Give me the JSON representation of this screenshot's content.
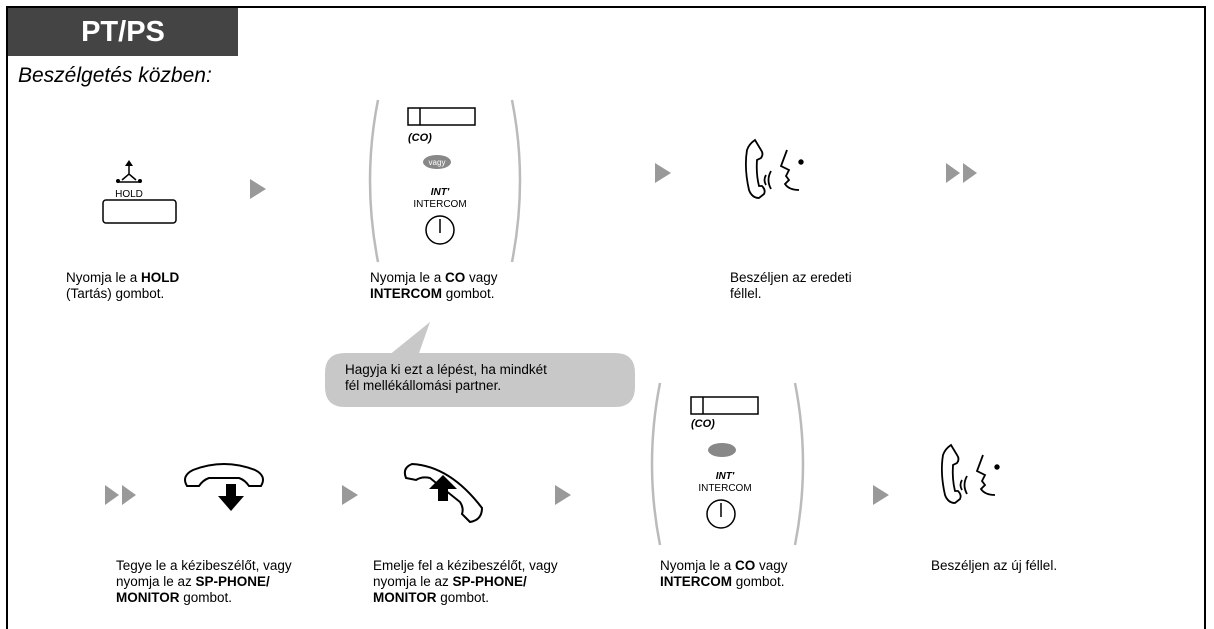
{
  "header": {
    "tab": "PT/PS",
    "subtitle": "Beszélgetés közben:"
  },
  "labels": {
    "hold_key": "HOLD",
    "co": "(CO)",
    "or": "vagy",
    "int": "INT'",
    "intercom": "INTERCOM"
  },
  "steps": {
    "s1": {
      "a": "Nyomja le a ",
      "b": "HOLD",
      "c": "(Tartás) gombot."
    },
    "s2": {
      "a": "Nyomja le a ",
      "b": "CO",
      "c": " vagy",
      "d": "INTERCOM",
      "e": " gombot."
    },
    "s3": {
      "a": "Beszéljen az eredeti",
      "b": "féllel."
    },
    "s4": {
      "a": "Tegye le a kézibeszélőt, vagy",
      "b": "nyomja le az ",
      "c": "SP-PHONE/",
      "d": "MONITOR",
      "e": " gombot."
    },
    "s5": {
      "a": "Emelje fel a kézibeszélőt, vagy",
      "b": "nyomja le az ",
      "c": "SP-PHONE/",
      "d": "MONITOR",
      "e": " gombot."
    },
    "s6": {
      "a": "Nyomja le a ",
      "b": "CO",
      "c": " vagy",
      "d": "INTERCOM",
      "e": " gombot."
    },
    "s7": {
      "a": "Beszéljen az új féllel."
    }
  },
  "bubble": {
    "line1": "Hagyja ki ezt a lépést, ha mindkét",
    "line2": "fél mellékállomási partner."
  },
  "colors": {
    "tab_bg": "#444444",
    "arrow": "#999999",
    "bracket": "#bbbbbb",
    "bubble": "#c8c8c8",
    "oval": "#888888"
  }
}
